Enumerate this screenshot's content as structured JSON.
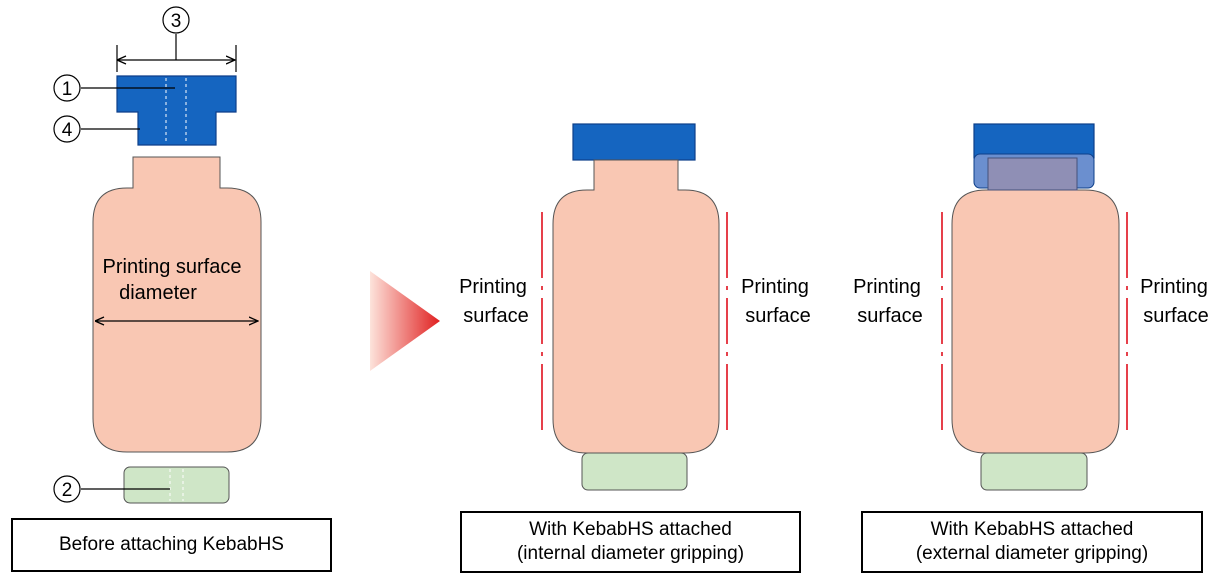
{
  "colors": {
    "cap": "#1565c0",
    "cap_outline": "#0d3f8a",
    "cap_light": "#6b8fcf",
    "bottle": "#f9c7b3",
    "bottle_outline": "#555555",
    "base": "#cfe6c7",
    "marker": "#e0101e",
    "arrow_start": "#fde3db",
    "arrow_end": "#e02020"
  },
  "callouts": {
    "n1": "1",
    "n2": "2",
    "n3": "3",
    "n4": "4"
  },
  "left": {
    "diameter_label_line1": "Printing surface",
    "diameter_label_line2": "diameter",
    "caption": "Before attaching KebabHS"
  },
  "middle": {
    "left_label_line1": "Printing",
    "left_label_line2": "surface",
    "right_label_line1": "Printing",
    "right_label_line2": "surface",
    "caption_line1": "With KebabHS attached",
    "caption_line2": "(internal diameter gripping)"
  },
  "right": {
    "left_label_line1": "Printing",
    "left_label_line2": "surface",
    "right_label_line1": "Printing",
    "right_label_line2": "surface",
    "caption_line1": "With KebabHS attached",
    "caption_line2": "(external diameter gripping)"
  }
}
